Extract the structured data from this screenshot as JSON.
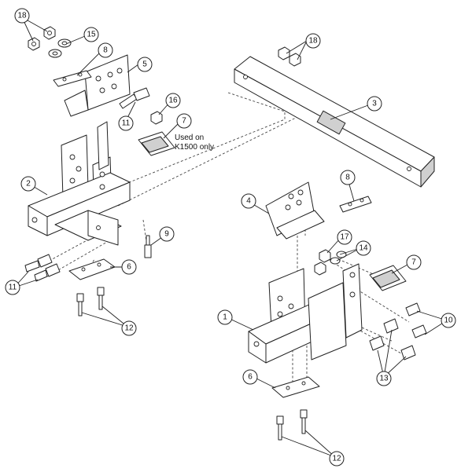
{
  "callouts": [
    {
      "number": "18"
    },
    {
      "number": "15"
    },
    {
      "number": "8"
    },
    {
      "number": "5"
    },
    {
      "number": "18"
    },
    {
      "number": "3"
    },
    {
      "number": "16"
    },
    {
      "number": "11"
    },
    {
      "number": "7"
    },
    {
      "number": "2"
    },
    {
      "number": "8"
    },
    {
      "number": "4"
    },
    {
      "number": "9"
    },
    {
      "number": "17"
    },
    {
      "number": "14"
    },
    {
      "number": "7"
    },
    {
      "number": "11"
    },
    {
      "number": "6"
    },
    {
      "number": "1"
    },
    {
      "number": "10"
    },
    {
      "number": "12"
    },
    {
      "number": "13"
    },
    {
      "number": "6"
    },
    {
      "number": "12"
    }
  ],
  "note": {
    "line1": "Used on",
    "line2": "K1500 only"
  }
}
